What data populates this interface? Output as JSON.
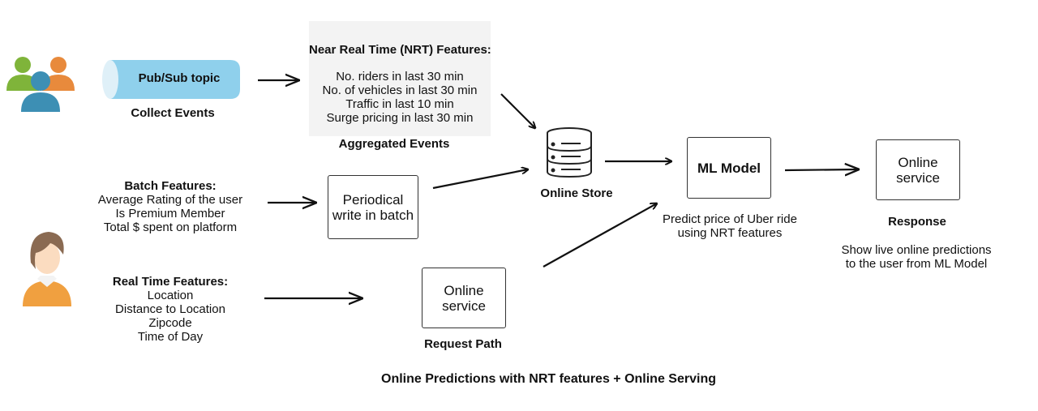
{
  "colors": {
    "pubsub": "#8fd0ec",
    "panel": "#f3f3f3",
    "user_green": "#7fb43a",
    "user_orange": "#e88a3c",
    "user_blue": "#3d8fb4",
    "person_hair": "#8a6a52",
    "person_shirt": "#f0a040",
    "person_skin": "#fbdcc0"
  },
  "icons": {
    "users": "users-group-icon",
    "person": "person-icon",
    "database": "database-icon"
  },
  "pubsub": {
    "label": "Pub/Sub topic",
    "caption": "Collect Events"
  },
  "nrt": {
    "title": "Near Real Time (NRT) Features:",
    "items": [
      "No. riders in last 30 min",
      "No. of vehicles in last 30 min",
      "Traffic in last 10 min",
      "Surge pricing in last 30 min"
    ],
    "caption": "Aggregated Events"
  },
  "batch": {
    "title": "Batch Features:",
    "items": [
      "Average Rating of the user",
      "Is Premium Member",
      "Total $ spent on platform"
    ]
  },
  "periodical_box": {
    "line1": "Periodical",
    "line2": "write in batch"
  },
  "online_store": {
    "caption": "Online Store"
  },
  "ml_model": {
    "label": "ML Model",
    "caption_line1": "Predict price of Uber ride",
    "caption_line2": "using NRT features"
  },
  "online_service_right": {
    "line1": "Online",
    "line2": "service",
    "caption": "Response",
    "desc_line1": "Show live online predictions",
    "desc_line2": "to the user from ML Model"
  },
  "realtime": {
    "title": "Real Time Features:",
    "items": [
      "Location",
      "Distance to Location",
      "Zipcode",
      "Time of Day"
    ]
  },
  "online_service_mid": {
    "line1": "Online",
    "line2": "service",
    "caption": "Request Path"
  },
  "footer": {
    "title": "Online Predictions with NRT features + Online Serving"
  }
}
